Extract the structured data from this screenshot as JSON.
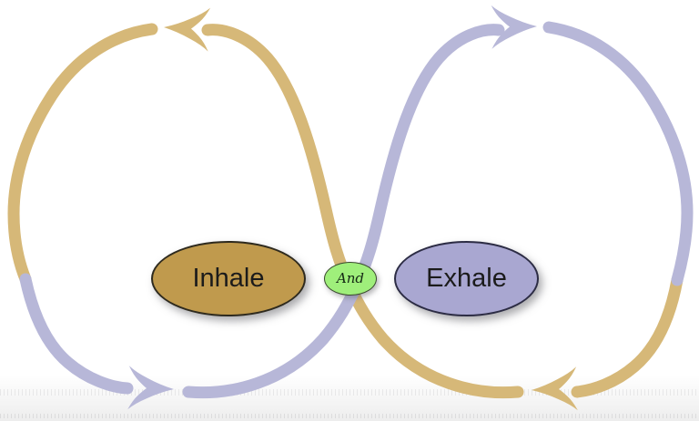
{
  "diagram": {
    "nodes": {
      "inhale": {
        "label": "Inhale",
        "fill": "#C09A4D",
        "border": "#2E2A1E",
        "text_color": "#1B1B1B"
      },
      "and": {
        "label": "And",
        "fill": "#9FEF7B",
        "border": "#3A4A2E",
        "text_color": "#142814"
      },
      "exhale": {
        "label": "Exhale",
        "fill": "#A9A7D1",
        "border": "#2C2C44",
        "text_color": "#1B1B1B"
      }
    },
    "loops": {
      "tan_color": "#D6B878",
      "purple_color": "#B7B7D8",
      "shape": "figure-eight cycle crossing behind the And node"
    },
    "arrows": [
      {
        "id": "top-left",
        "color_name": "tan",
        "direction": "left"
      },
      {
        "id": "bottom-left",
        "color_name": "purple",
        "direction": "right"
      },
      {
        "id": "top-right",
        "color_name": "purple",
        "direction": "right"
      },
      {
        "id": "bottom-right",
        "color_name": "tan",
        "direction": "left"
      }
    ],
    "background": {
      "canvas": "#FFFFFF",
      "bottom_band_to": "#EDEDED"
    }
  }
}
